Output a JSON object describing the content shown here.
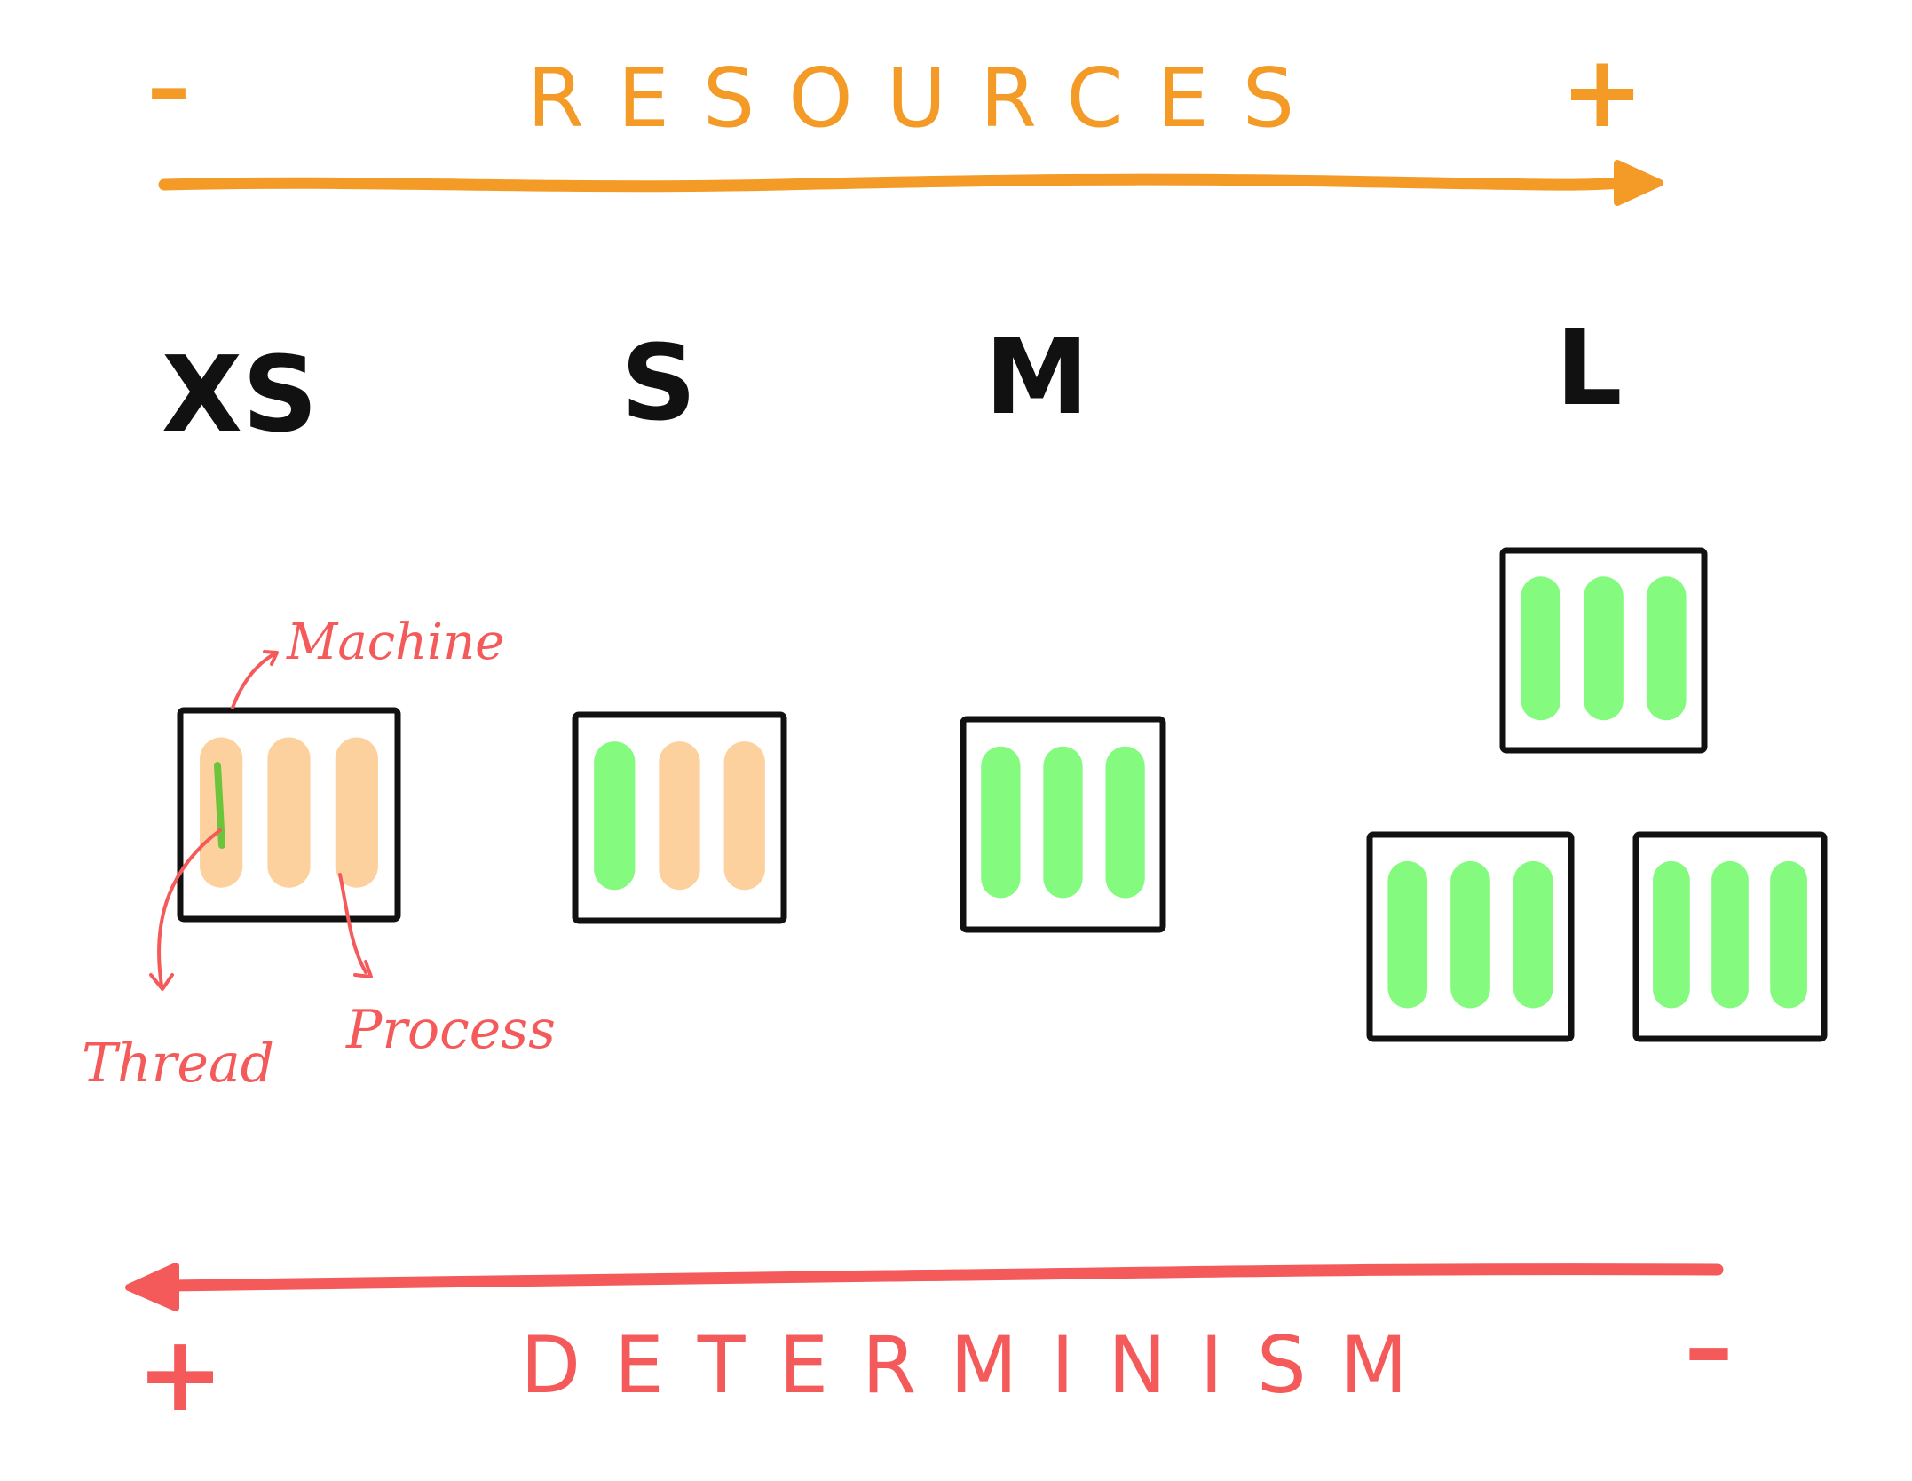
{
  "colors": {
    "resources_accent": "#F49A26",
    "determinism_accent": "#F45A5A",
    "machine_border": "#111111",
    "idle_process": "#FDD19E",
    "active_process": "#84FB7E",
    "thread_line": "#6CC43B",
    "size_label": "#111111"
  },
  "top_axis": {
    "title": "RESOURCES",
    "left_sign": "–",
    "right_sign": "+",
    "direction": "arrow-right"
  },
  "bottom_axis": {
    "title": "DETERMINISM",
    "left_sign": "+",
    "right_sign": "–",
    "direction": "arrow-left"
  },
  "sizes": [
    {
      "label": "XS",
      "machines": 1,
      "active_processes_per_machine": [
        0
      ]
    },
    {
      "label": "S",
      "machines": 1,
      "active_processes_per_machine": [
        1
      ]
    },
    {
      "label": "M",
      "machines": 1,
      "active_processes_per_machine": [
        3
      ]
    },
    {
      "label": "L",
      "machines": 3,
      "active_processes_per_machine": [
        3,
        3,
        3
      ]
    }
  ],
  "processes_per_machine": 3,
  "annotations": {
    "machine": "Machine",
    "thread": "Thread",
    "process": "Process"
  },
  "icons": {
    "top_arrow": "arrow-right-icon",
    "bottom_arrow": "arrow-left-icon"
  }
}
